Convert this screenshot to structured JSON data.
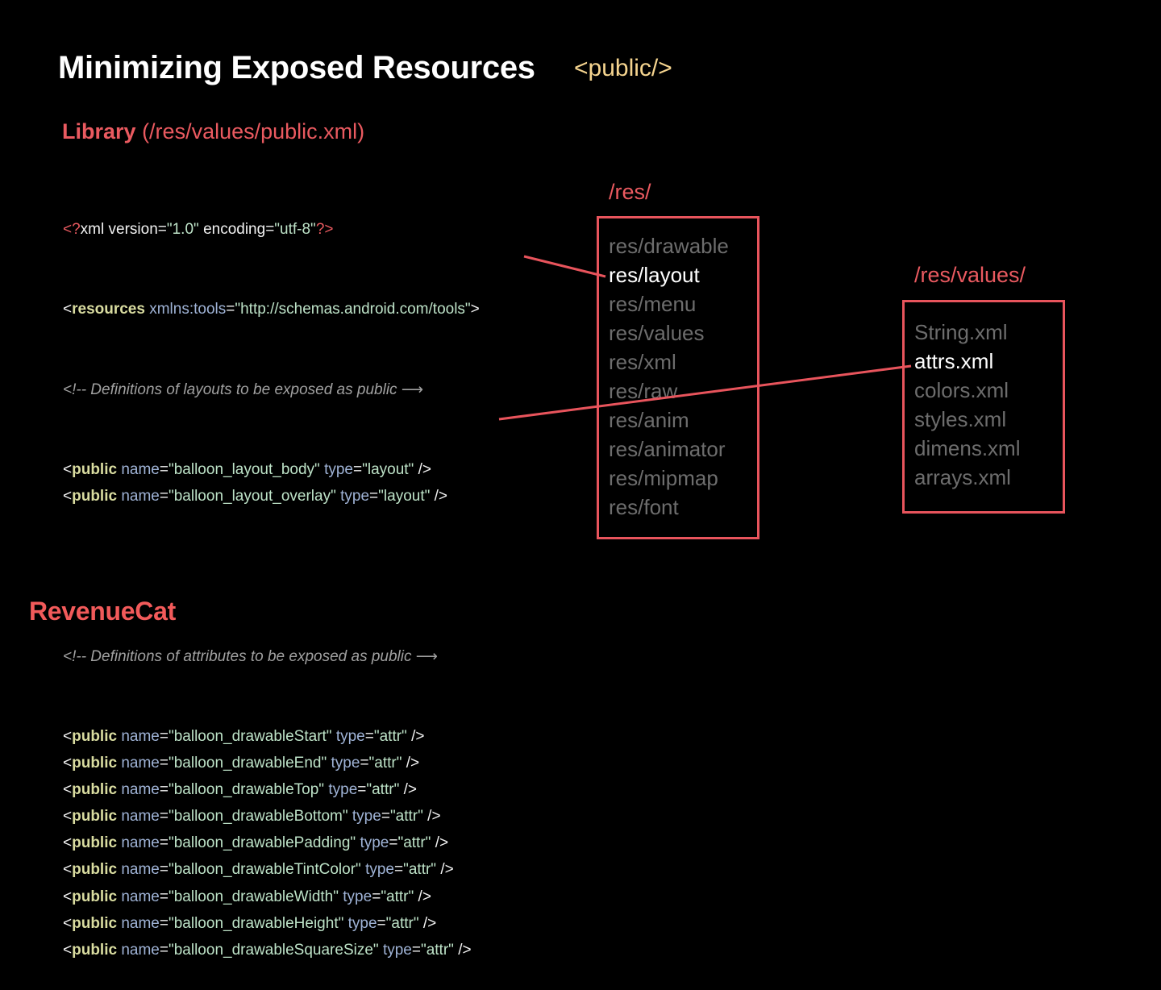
{
  "slide": {
    "title": "Minimizing Exposed Resources",
    "tag": "<public/>",
    "library_label": "Library",
    "library_path": "(/res/values/public.xml)"
  },
  "code": {
    "xml_decl": {
      "open": "<?",
      "word": "xml",
      "attr1": "version",
      "val1": "\"1.0\"",
      "attr2": "encoding",
      "val2": "\"utf-8\"",
      "close": "?>"
    },
    "resources": {
      "tag": "resources",
      "attr": "xmlns:tools",
      "val": "\"http://schemas.android.com/tools\""
    },
    "comment_layouts": "<!-- Definitions of layouts to be exposed as public ⟶",
    "comment_attrs": "<!-- Definitions of attributes to be exposed as public ⟶",
    "keyword": "public",
    "attr_name": "name",
    "attr_type": "type",
    "layout_entries": [
      {
        "name": "\"balloon_layout_body\"",
        "type": "\"layout\""
      },
      {
        "name": "\"balloon_layout_overlay\"",
        "type": "\"layout\""
      }
    ],
    "attr_entries": [
      {
        "name": "\"balloon_drawableStart\"",
        "type": "\"attr\""
      },
      {
        "name": "\"balloon_drawableEnd\"",
        "type": "\"attr\""
      },
      {
        "name": "\"balloon_drawableTop\"",
        "type": "\"attr\""
      },
      {
        "name": "\"balloon_drawableBottom\"",
        "type": "\"attr\""
      },
      {
        "name": "\"balloon_drawablePadding\"",
        "type": "\"attr\""
      },
      {
        "name": "\"balloon_drawableTintColor\"",
        "type": "\"attr\""
      },
      {
        "name": "\"balloon_drawableWidth\"",
        "type": "\"attr\""
      },
      {
        "name": "\"balloon_drawableHeight\"",
        "type": "\"attr\""
      },
      {
        "name": "\"balloon_drawableSquareSize\"",
        "type": "\"attr\""
      }
    ]
  },
  "res_panel": {
    "heading": "/res/",
    "items": [
      "res/drawable",
      "res/layout",
      "res/menu",
      "res/values",
      "res/xml",
      "res/raw",
      "res/anim",
      "res/animator",
      "res/mipmap",
      "res/font"
    ],
    "highlighted": "res/layout"
  },
  "values_panel": {
    "heading": "/res/values/",
    "items": [
      "String.xml",
      "attrs.xml",
      "colors.xml",
      "styles.xml",
      "dimens.xml",
      "arrays.xml"
    ],
    "highlighted": "attrs.xml"
  },
  "brand": {
    "logo_text": "RevenueCat"
  },
  "colors": {
    "accent": "#ea5a60",
    "tag": "#f5d48f",
    "keyword": "#d9dca0",
    "attribute": "#9fb3d6",
    "string": "#bde2c7",
    "dim": "#6d6d6d"
  }
}
